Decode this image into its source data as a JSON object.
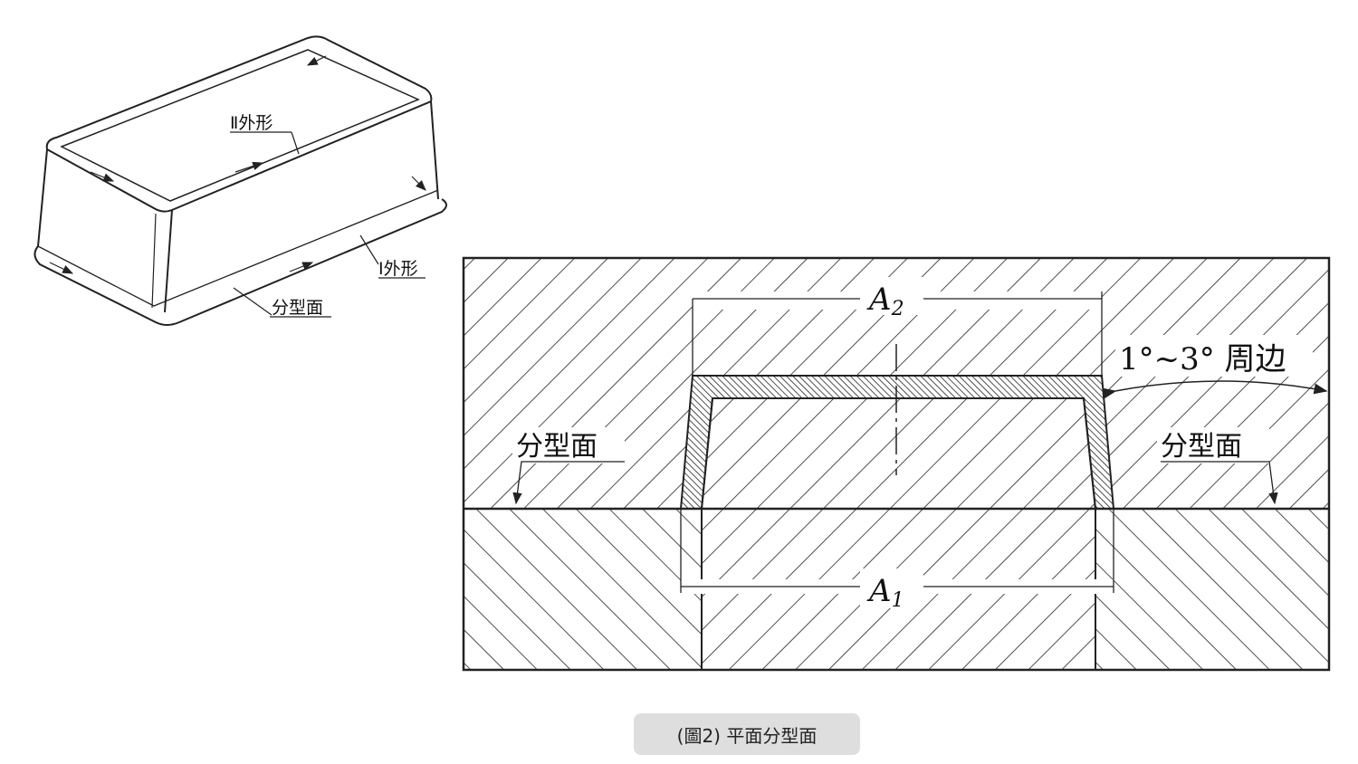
{
  "iso_view": {
    "label_outline_2": "Ⅱ外形",
    "label_outline_1": "Ⅰ外形",
    "label_parting": "分型面"
  },
  "section_view": {
    "dim_a2_letter": "A",
    "dim_a2_sub": "2",
    "dim_a1_letter": "A",
    "dim_a1_sub": "1",
    "draft_label": "1°~3° 周边",
    "parting_left": "分型面",
    "parting_right": "分型面"
  },
  "caption": "(圖2) 平面分型面"
}
